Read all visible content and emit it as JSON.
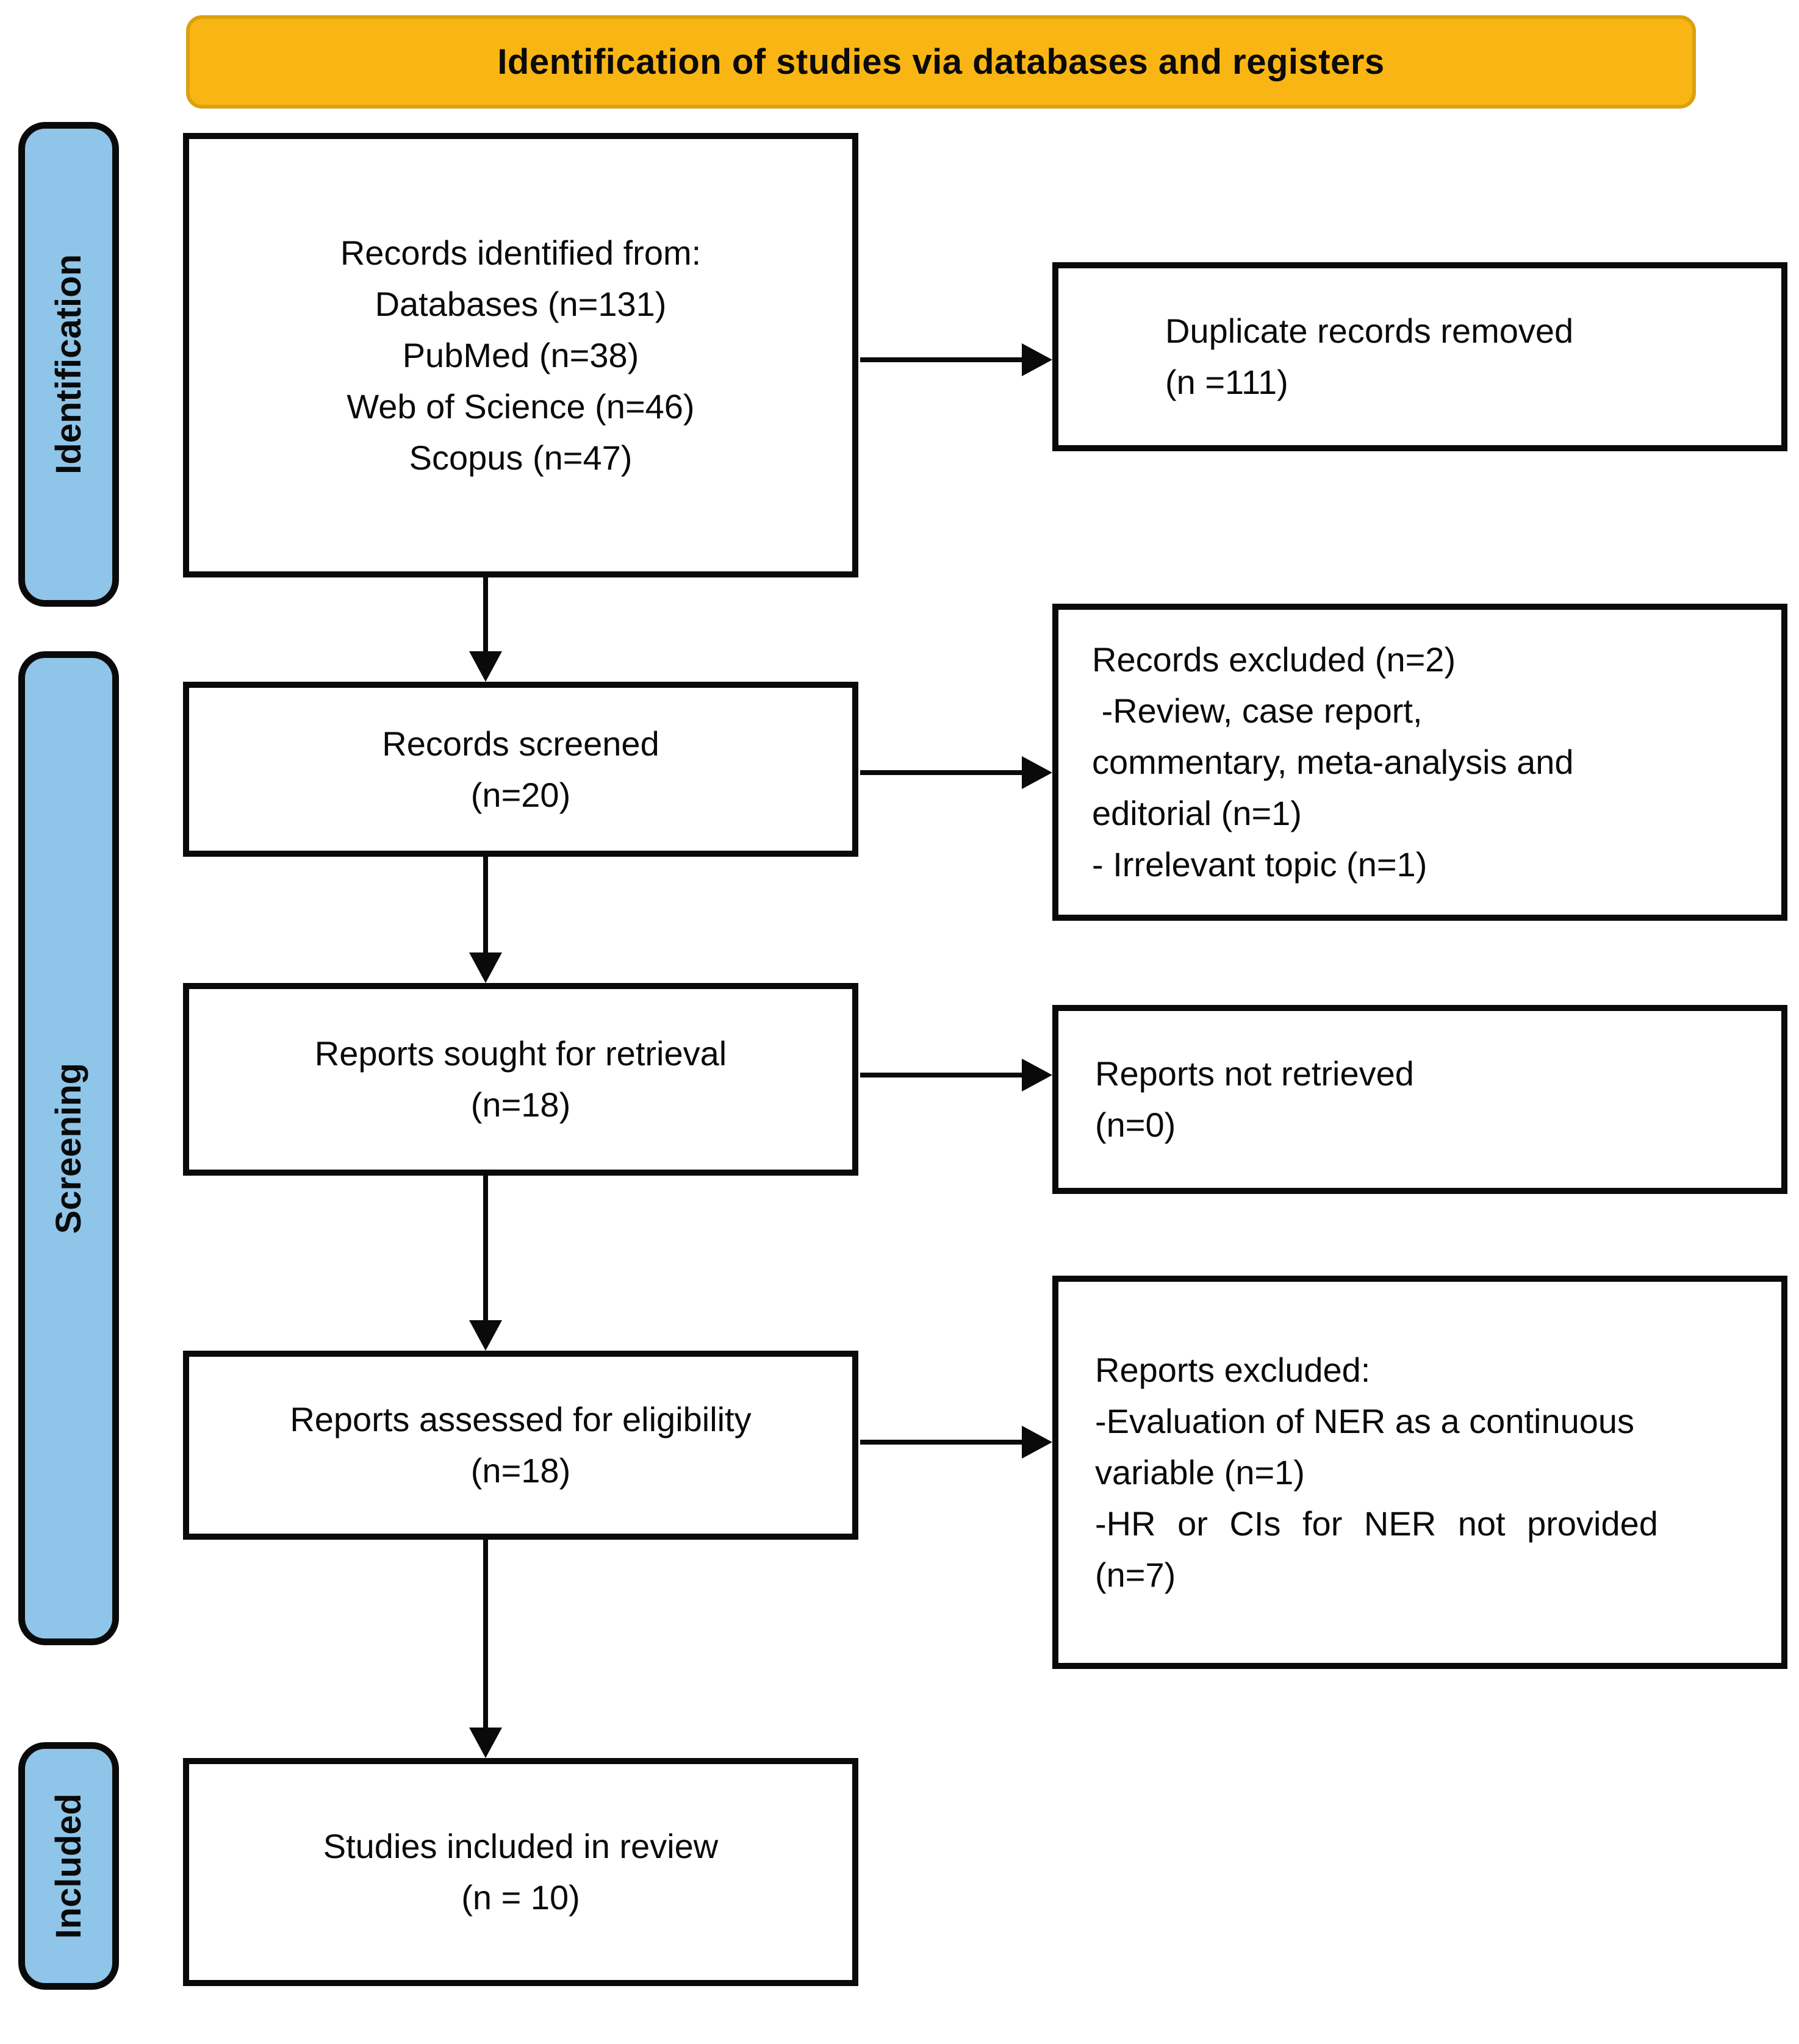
{
  "banner": {
    "text": "Identification of studies via databases and registers",
    "fill": "#F9B513",
    "border": "#DBA00E"
  },
  "stage_style": {
    "fill": "#8FC5E9"
  },
  "stages": [
    {
      "label": "Identification"
    },
    {
      "label": "Screening"
    },
    {
      "label": "Included"
    }
  ],
  "boxes": {
    "records_identified": {
      "lines": [
        "Records identified from:",
        "Databases (n=131)",
        "PubMed (n=38)",
        "Web of Science (n=46)",
        "Scopus (n=47)"
      ]
    },
    "records_screened": {
      "lines": [
        "Records screened",
        "(n=20)"
      ]
    },
    "reports_sought": {
      "lines": [
        "Reports sought for retrieval",
        "(n=18)"
      ]
    },
    "reports_assessed": {
      "lines": [
        "Reports assessed for eligibility",
        "(n=18)"
      ]
    },
    "studies_included": {
      "lines": [
        "Studies included in review",
        "(n = 10)"
      ]
    },
    "duplicates_removed": {
      "lines": [
        "Duplicate records removed",
        "(n =111)"
      ]
    },
    "records_excluded": {
      "lines": [
        "Records excluded (n=2)",
        " -Review, case report,",
        "commentary, meta-analysis and",
        "editorial (n=1)",
        "- Irrelevant topic (n=1)"
      ]
    },
    "reports_not_retrieved": {
      "lines": [
        "Reports not retrieved",
        "(n=0)"
      ]
    },
    "reports_excluded": {
      "lines": [
        "Reports excluded:",
        "-Evaluation of NER as a continuous",
        "variable (n=1)",
        "-HR or CIs for NER not provided",
        "(n=7)"
      ]
    }
  }
}
